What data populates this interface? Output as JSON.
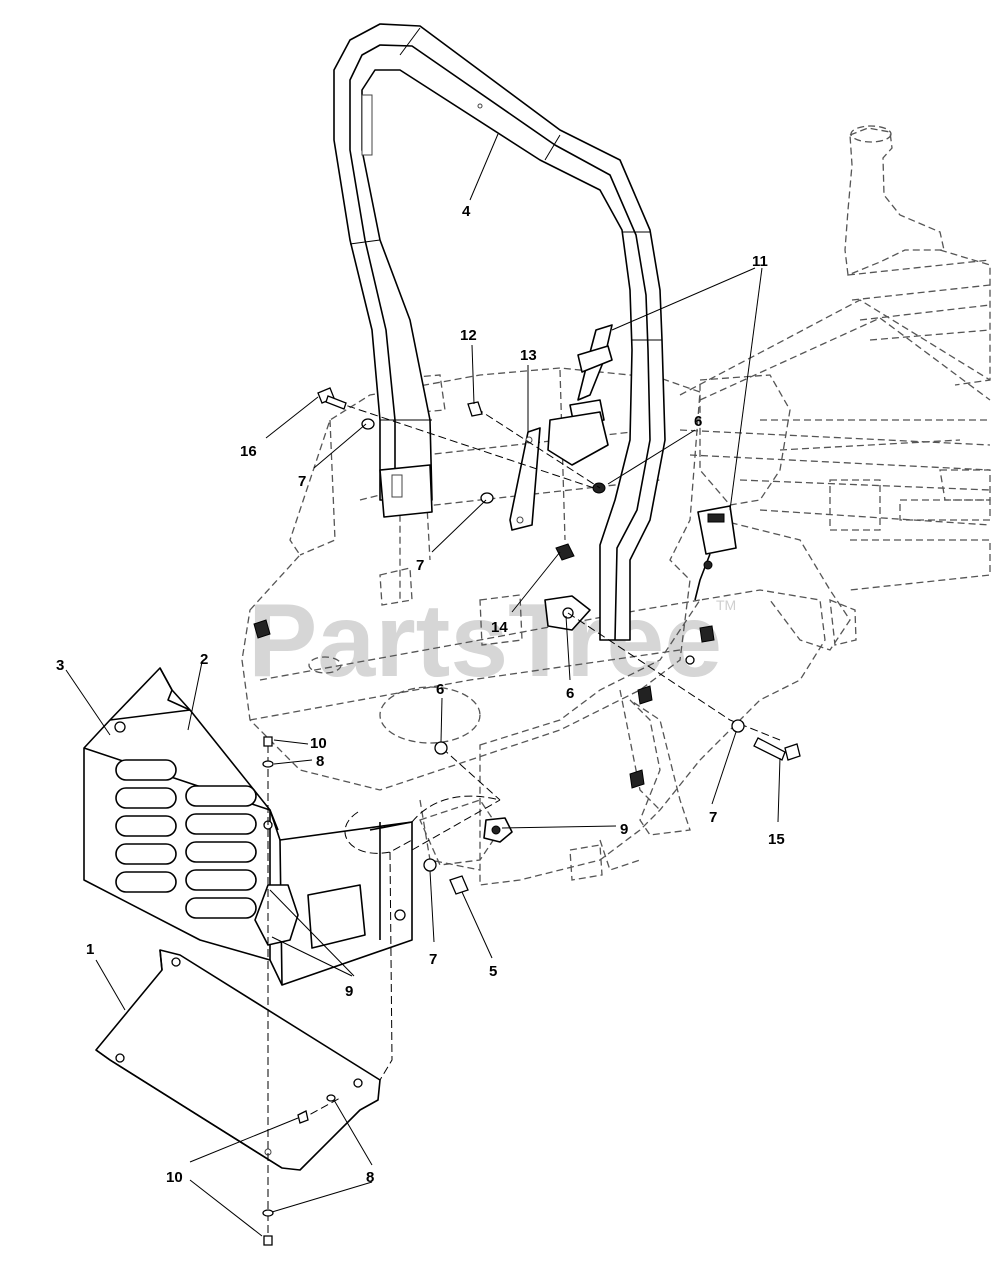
{
  "watermark": {
    "brand": "PartsTree",
    "trademark": "TM"
  },
  "callouts": [
    {
      "id": "c4",
      "label": "4"
    },
    {
      "id": "c11",
      "label": "11"
    },
    {
      "id": "c12",
      "label": "12"
    },
    {
      "id": "c13",
      "label": "13"
    },
    {
      "id": "c16",
      "label": "16"
    },
    {
      "id": "c7a",
      "label": "7"
    },
    {
      "id": "c6a",
      "label": "6"
    },
    {
      "id": "c7b",
      "label": "7"
    },
    {
      "id": "c14",
      "label": "14"
    },
    {
      "id": "c6b",
      "label": "6"
    },
    {
      "id": "c3",
      "label": "3"
    },
    {
      "id": "c2",
      "label": "2"
    },
    {
      "id": "c10a",
      "label": "10"
    },
    {
      "id": "c8a",
      "label": "8"
    },
    {
      "id": "c6c",
      "label": "6"
    },
    {
      "id": "c9a",
      "label": "9"
    },
    {
      "id": "c7c",
      "label": "7"
    },
    {
      "id": "c15",
      "label": "15"
    },
    {
      "id": "c7d",
      "label": "7"
    },
    {
      "id": "c5",
      "label": "5"
    },
    {
      "id": "c9b",
      "label": "9"
    },
    {
      "id": "c1",
      "label": "1"
    },
    {
      "id": "c10b",
      "label": "10"
    },
    {
      "id": "c8b",
      "label": "8"
    }
  ]
}
